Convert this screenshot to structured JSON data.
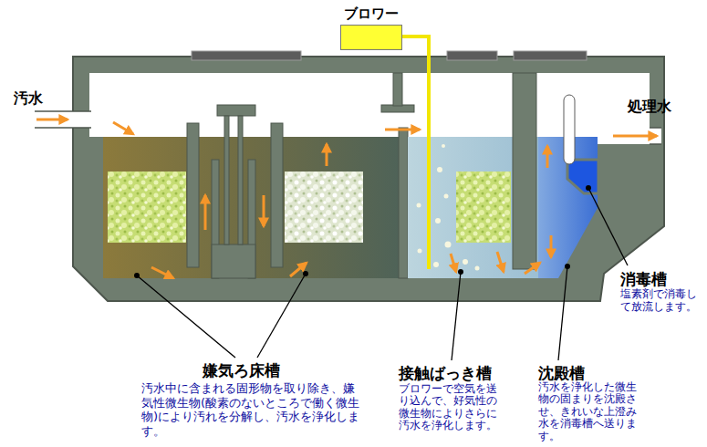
{
  "diagram": {
    "nodes": [
      {
        "text": [
          "ブロワー"
        ]
      }
    ],
    "labels": [
      "汚水",
      "処理水",
      "嫌気ろ床槽",
      "汚水中に含まれる固形物を取り除き、嫌気性微生物(酸素のないところで働く微生物)により汚れを分解し、汚水を浄化します。",
      "接触ばっき槽",
      "ブロワーで空気を送り込んで、好気性の微生物によりさらに汚水を浄化します。",
      "沈殿槽",
      "汚水を浄化した微生物の固まりを沈殿させ、きれいな上澄み水を消毒槽へ送ります。",
      "消毒槽",
      "塩素剤で消毒して放流します。"
    ]
  }
}
